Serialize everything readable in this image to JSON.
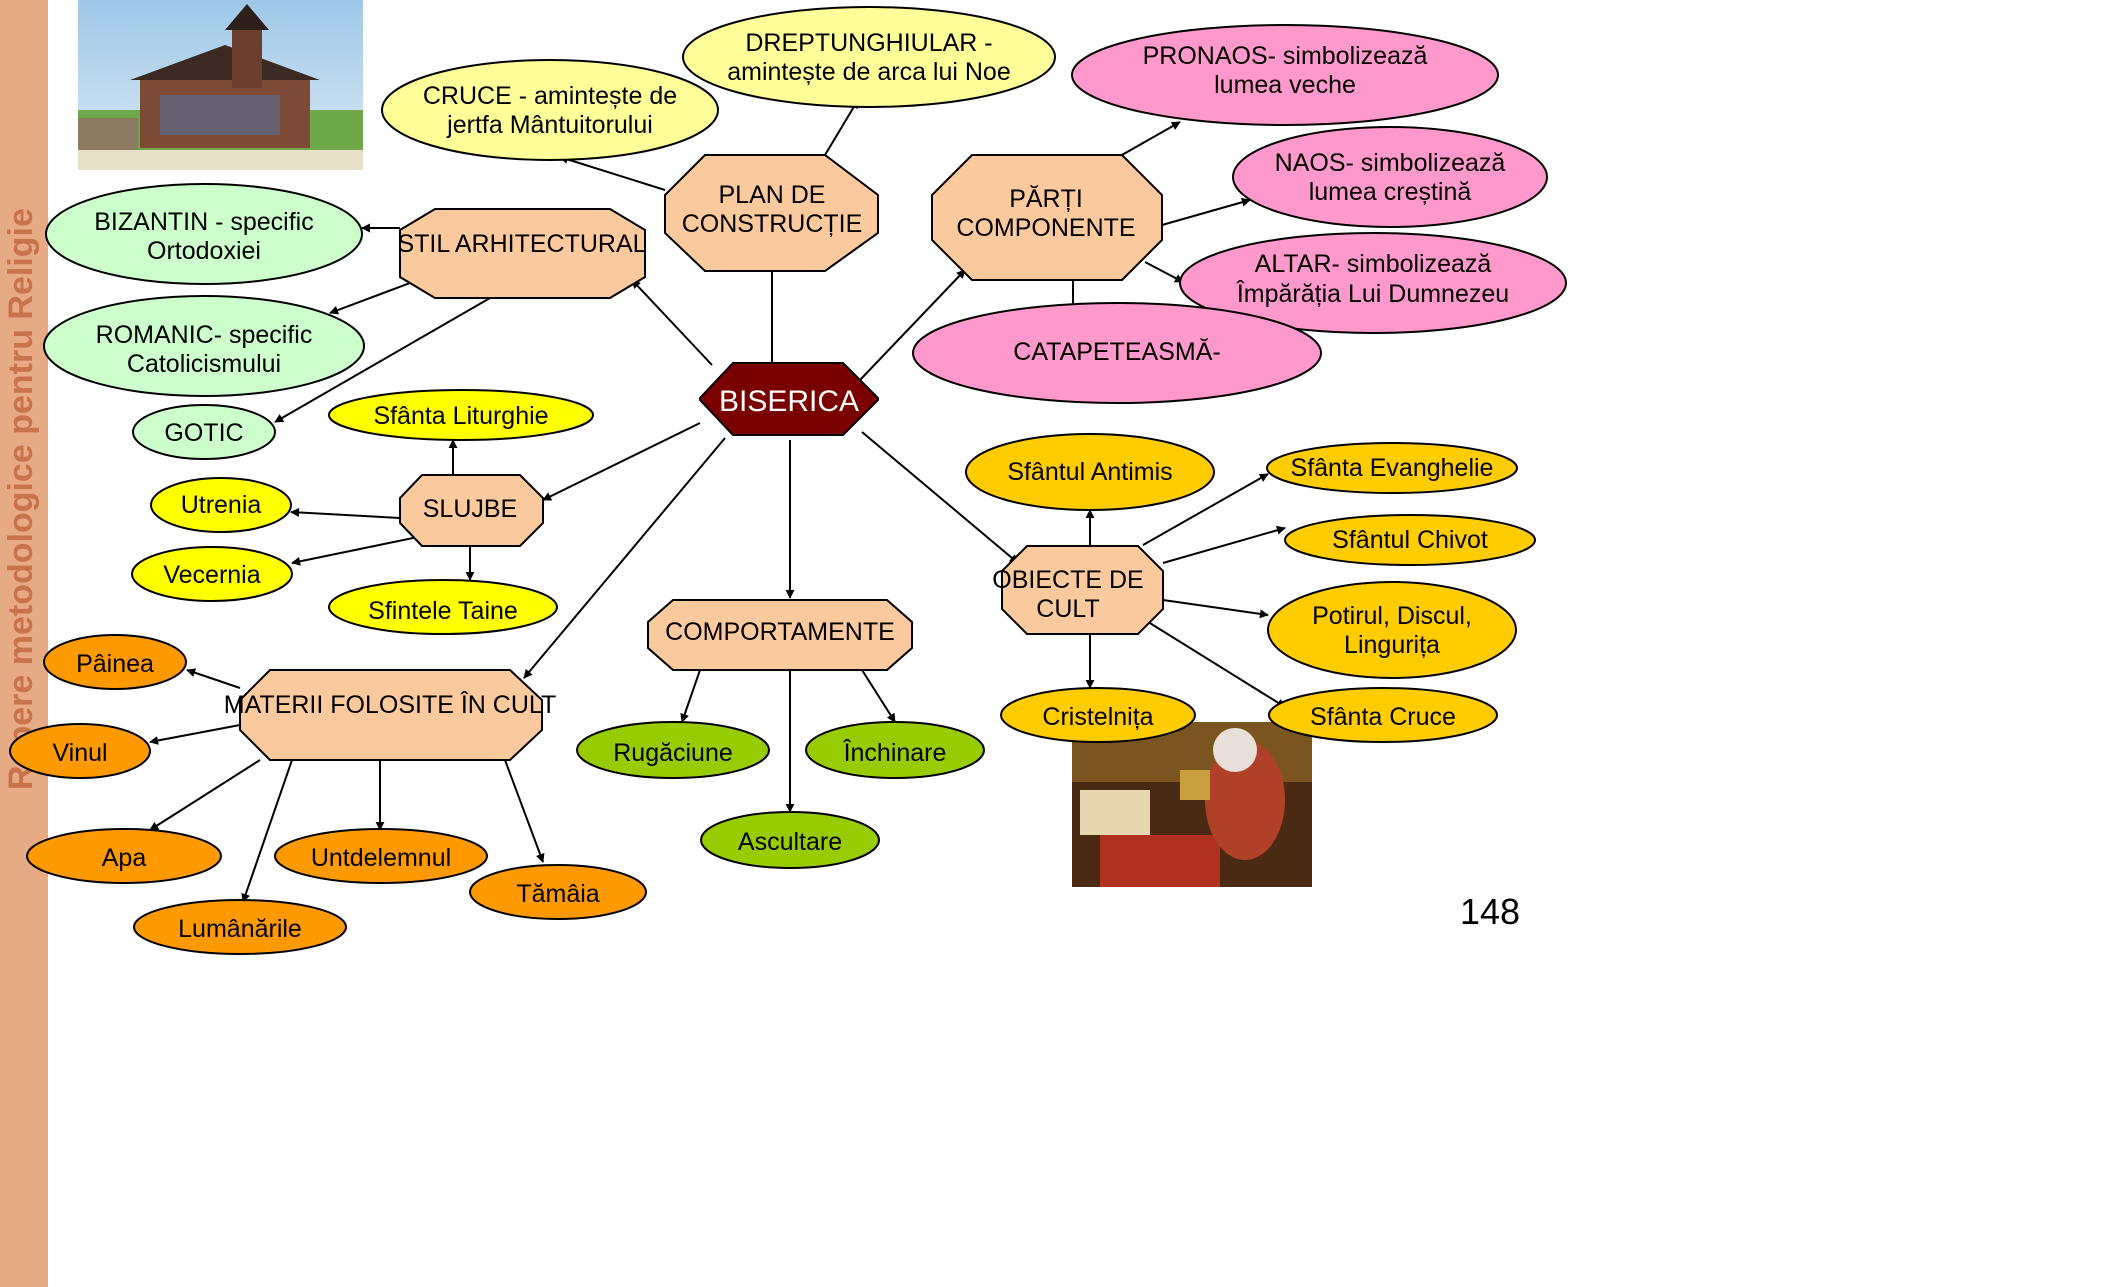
{
  "side_banner": "Repere metodologice pentru Religie",
  "page_number": "148",
  "colors": {
    "banner": "#e6ab85",
    "octagon_fill": "#fbc99e",
    "center_fill": "#7a0000",
    "yellow_pale": "#ffff99",
    "green_pale": "#ccffcc",
    "pink": "#ff99cc",
    "yellow": "#ffff00",
    "gold": "#ffcc00",
    "orange": "#ff9900",
    "green": "#99cc00"
  },
  "photos": {
    "monastery": "monastery-photo",
    "priest": "priest-photo"
  },
  "center": {
    "label": "BISERICA"
  },
  "hubs": {
    "plan": [
      "PLAN DE",
      "CONSTRUCȚIE"
    ],
    "parti": [
      "PĂRȚI",
      "COMPONENTE"
    ],
    "stil": [
      "STIL ARHITECTURAL"
    ],
    "slujbe": [
      "SLUJBE"
    ],
    "obiecte": [
      "OBIECTE DE",
      "CULT"
    ],
    "comport": [
      "COMPORTAMENTE"
    ],
    "materii": [
      "MATERII FOLOSITE ÎN CULT"
    ]
  },
  "leaves": {
    "cruce": [
      "CRUCE -  amintește de",
      "jertfa Mântuitorului"
    ],
    "drept": [
      "DREPTUNGHIULAR -",
      "amintește de arca lui Noe"
    ],
    "pronaos": [
      "PRONAOS- simbolizează",
      "lumea veche"
    ],
    "naos": [
      "NAOS- simbolizează",
      "lumea creștină"
    ],
    "altar": [
      "ALTAR- simbolizează",
      "Împărăția Lui Dumnezeu"
    ],
    "catap": [
      "CATAPETEASMĂ-"
    ],
    "bizantin": [
      "BIZANTIN -  specific",
      "Ortodoxiei"
    ],
    "romanic": [
      "ROMANIC- specific",
      "Catolicismului"
    ],
    "gotic": [
      "GOTIC"
    ],
    "liturghie": [
      "Sfânta Liturghie"
    ],
    "utrenia": [
      "Utrenia"
    ],
    "vecernia": [
      "Vecernia"
    ],
    "taine": [
      "Sfintele Taine"
    ],
    "antimis": [
      "Sfântul Antimis"
    ],
    "evanghelie": [
      "Sfânta Evanghelie"
    ],
    "chivot": [
      "Sfântul Chivot"
    ],
    "potir": [
      "Potirul, Discul,",
      "Lingurița"
    ],
    "cristelnita": [
      "Cristelnița"
    ],
    "sfcruce": [
      "Sfânta Cruce"
    ],
    "rugaciune": [
      "Rugăciune"
    ],
    "inchinare": [
      "Închinare"
    ],
    "ascultare": [
      "Ascultare"
    ],
    "painea": [
      "Pâinea"
    ],
    "vinul": [
      "Vinul"
    ],
    "apa": [
      "Apa"
    ],
    "untdelemnul": [
      "Untdelemnul"
    ],
    "lumanarile": [
      "Lumânările"
    ],
    "tamaia": [
      "Tămâia"
    ]
  }
}
